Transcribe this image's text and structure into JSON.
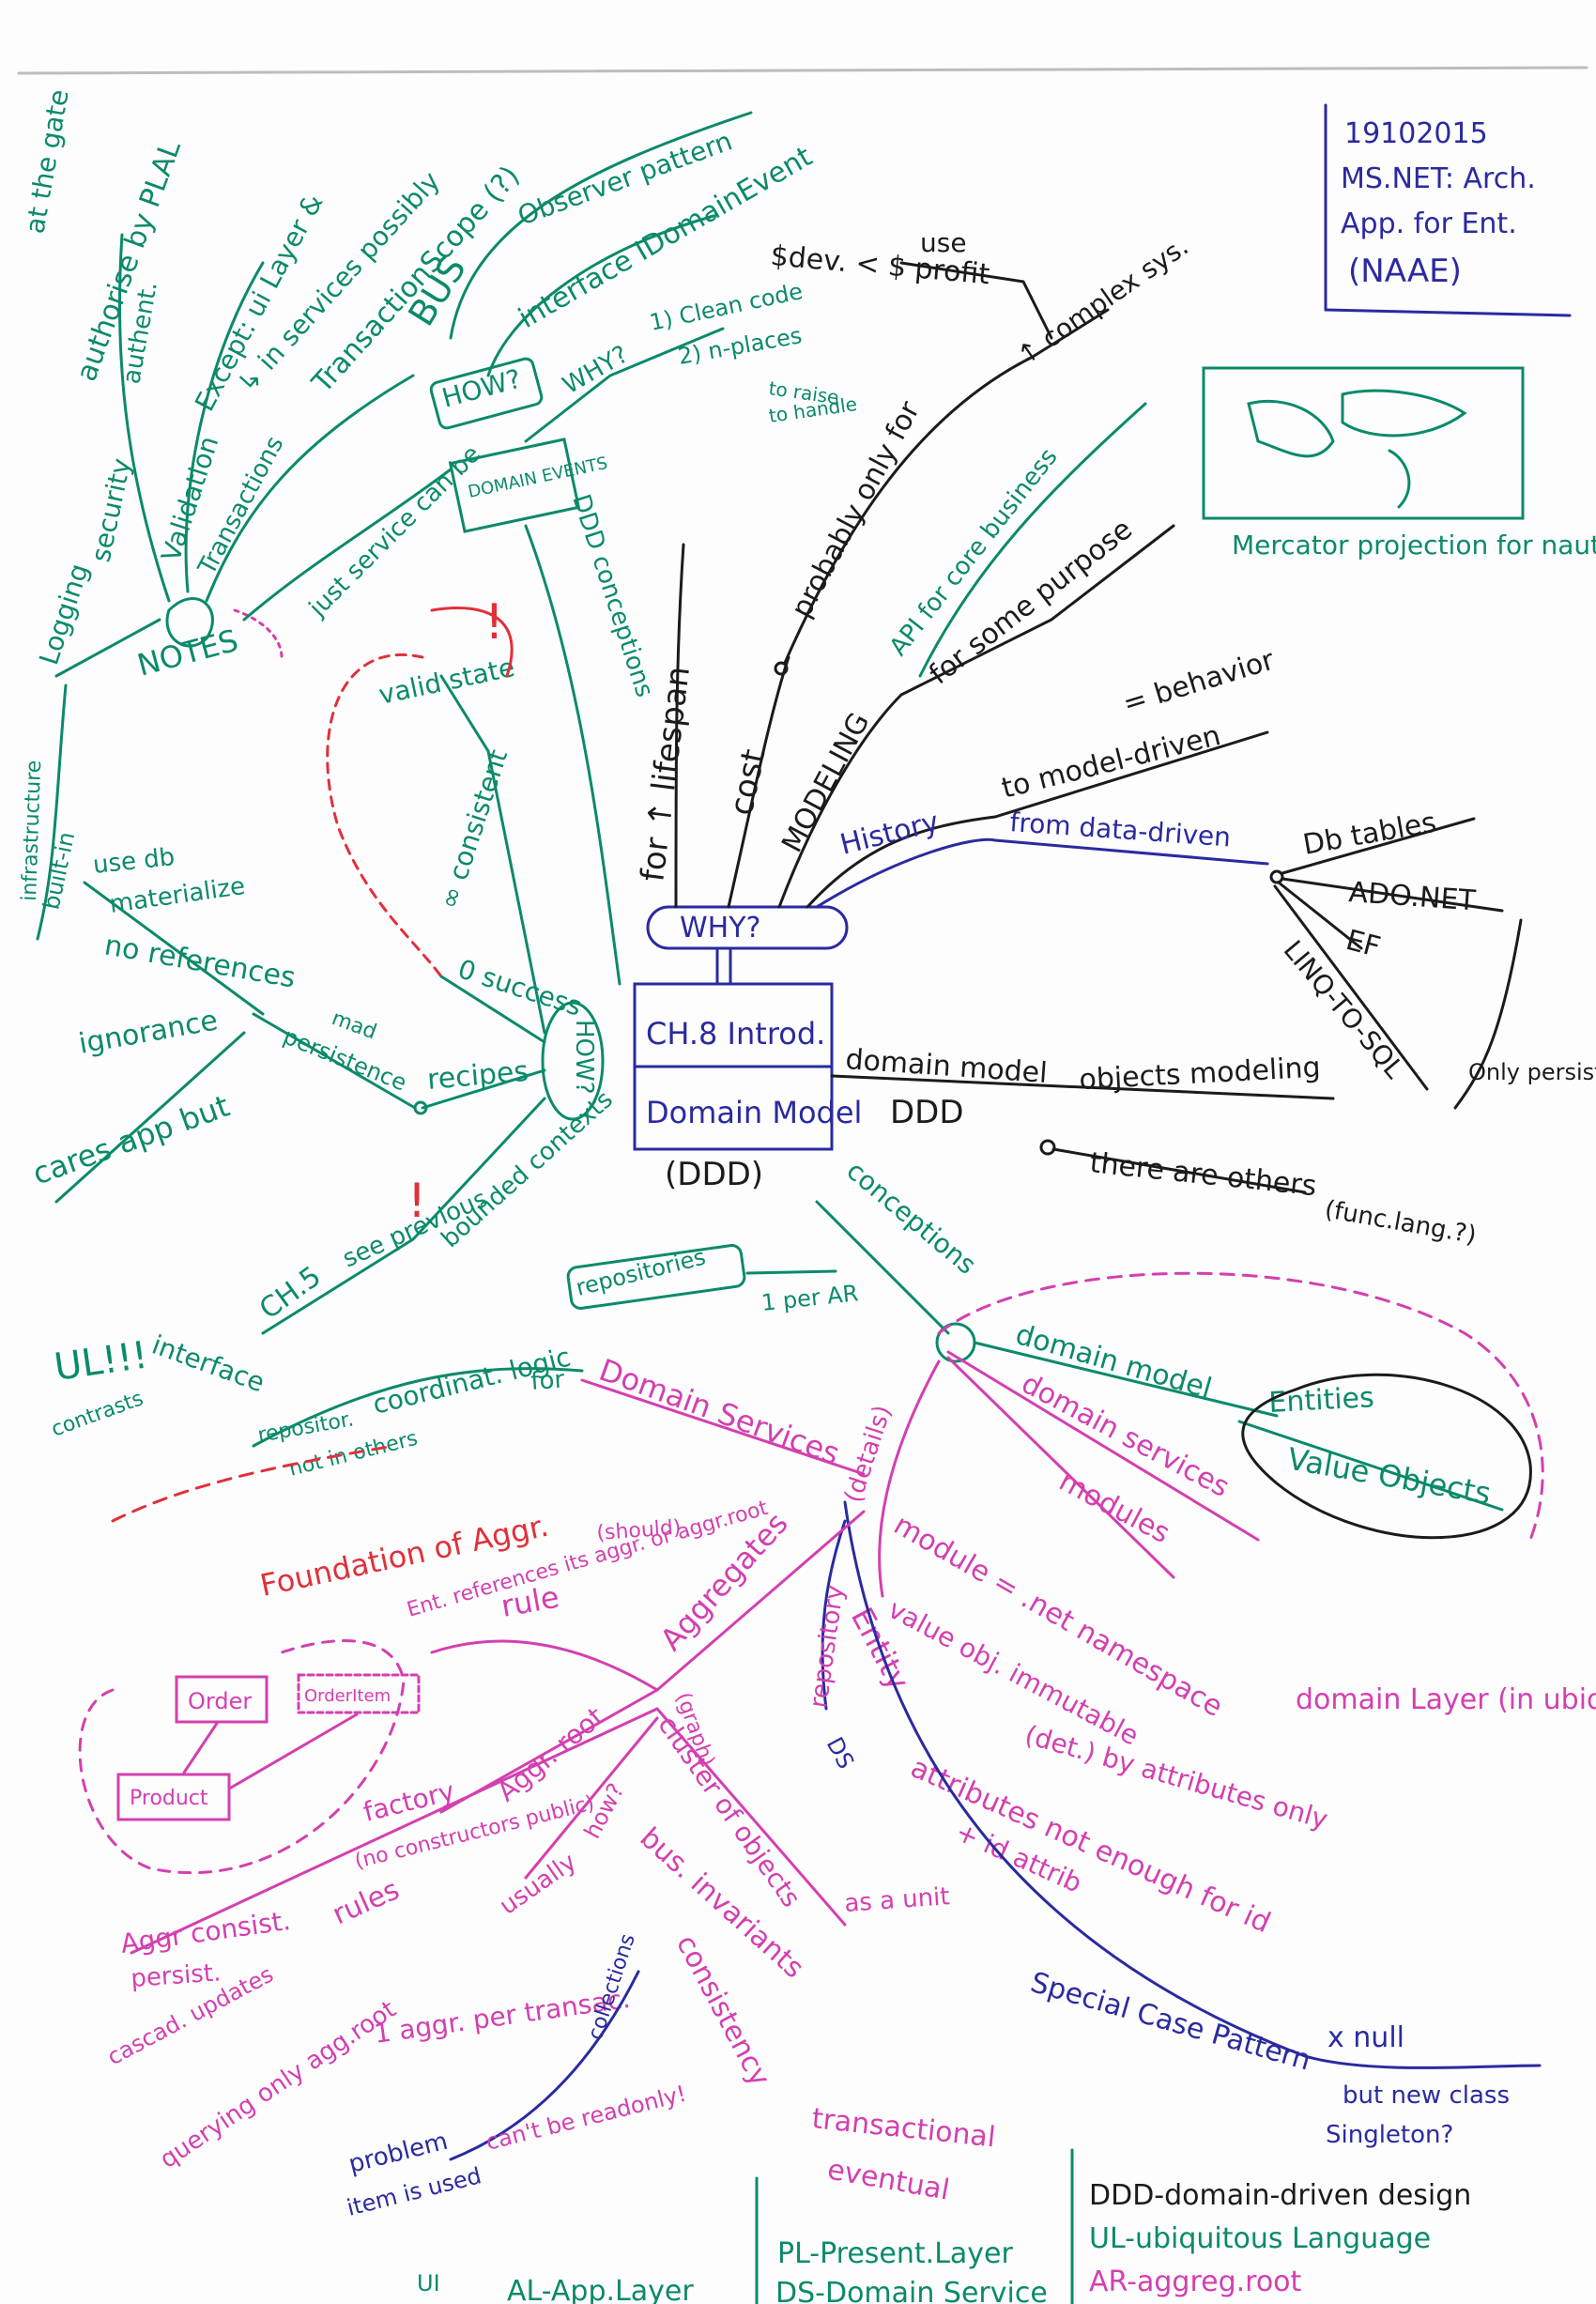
{
  "corner_note": {
    "date": "19102015",
    "course": "MS.NET: Arch.",
    "course2": "App. for Ent.",
    "code": "(NAAE)"
  },
  "center": {
    "title1": "CH.8 Introd.",
    "title2": "Domain Model",
    "sub": "(DDD)",
    "why": "WHY?",
    "how": "HOW?"
  },
  "why_branch": {
    "lifespan": "for ↑ lifespan",
    "cost": "cost",
    "modeling": "MODELING",
    "probably": "probably only for",
    "complex": "↑ complex sys.",
    "dev_profit": "$dev. < $ profit",
    "use": "use",
    "api": "API for core business",
    "purpose": "for some purpose",
    "behavior": "= behavior",
    "model_driven": "to model-driven",
    "history": "History",
    "data_driven": "from data-driven",
    "db_tables": "Db tables",
    "ado": "ADO.NET",
    "ef": "EF",
    "linq": "LINQ-TO-SQL",
    "only_persist": "Only persist. model",
    "mercator": "Mercator projection for nautical"
  },
  "ddd_branch": {
    "domain_model": "domain model",
    "objects_modeling": "objects modeling",
    "ddd": "DDD",
    "there_others": "there are others",
    "func_lang": "(func.lang.?)"
  },
  "domain_events": {
    "label": "DOMAIN EVENTS",
    "ddd_conceptions": "DDD conceptions",
    "why": "WHY?",
    "clean_code": "1) Clean code",
    "n_places": "2) n-places",
    "to_raise": "to raise",
    "to_handle": "to handle",
    "how": "HOW?",
    "interface": "interface IDomainEvent",
    "bus": "BUS",
    "observer": "Observer pattern"
  },
  "notes": {
    "label": "NOTES",
    "logging": "Logging",
    "security": "security",
    "authorise": "authorise by PLAL",
    "authent": "authent.",
    "at_the_gate": "at the gate",
    "validation": "Validation",
    "except_ui": "Except: ui Layer &",
    "in_services": "↳ in services possibly",
    "transactions": "Transactions",
    "transaction_scope": "TransactionScope (?)",
    "just_service": "just service can be",
    "built_in": "built-in",
    "infrastructure": "infrastructure"
  },
  "how_branch": {
    "valid_state": "valid state",
    "consistent": "∞ consistent",
    "success": "0 success",
    "recipes": "recipes",
    "persistence": "persistence",
    "mad": "mad",
    "use_db": "use db",
    "materialize": "materialize",
    "no_references": "no references",
    "ignorance": "ignorance",
    "cares_app": "cares app but",
    "bounded": "bounded contexts",
    "see_previous": "see previous",
    "ch5": "CH.5"
  },
  "services": {
    "ul": "UL!!!",
    "contrasts": "contrasts",
    "interface": "interface",
    "repositor": "repositor.",
    "coordinat": "coordinat. logic",
    "for": "for",
    "not_in_others": "not in others",
    "repositories": "repositories",
    "per_ar": "1 per AR",
    "domain_services": "Domain Services",
    "details": "(details)"
  },
  "conceptions": {
    "label": "conceptions",
    "domain_model": "domain model",
    "entities": "Entities",
    "value_objects": "Value Objects",
    "domain_services": "domain services",
    "modules": "modules",
    "module_ns": "module = .net namespace",
    "domain_layer": "domain Layer (in ubiquitous lang.)",
    "value_obj": "value obj. immutable",
    "by_attr": "(det.) by attributes only",
    "entity": "Entity",
    "attrs_not_enough": "attributes not enough for id",
    "id_attrib": "+ id attrib",
    "special_case": "Special Case Pattern",
    "x_null": "x null",
    "new_class": "but new class",
    "singleton": "Singleton?",
    "ds": "DS",
    "repository": "repository"
  },
  "aggregates": {
    "foundation": "Foundation of Aggr.",
    "should": "(should)",
    "ent_refs": "Ent. references its aggr. or aggr.root",
    "rule": "rule",
    "aggregates": "Aggregates",
    "aggr_root": "Aggr. root",
    "order": "Order",
    "order_item": "OrderItem",
    "product": "Product",
    "factory": "factory",
    "no_constructors": "(no constructors public)",
    "rules": "rules",
    "consist": "Aggr consist.",
    "persist": "persist.",
    "cascad": "cascad. updates",
    "querying": "querying only agg.root",
    "usually": "usually",
    "how": "how?",
    "graph": "(graph)",
    "cluster": "cluster of objects",
    "as_a_unit": "as a unit",
    "bus_inv": "bus. invariants",
    "consistency": "consistency",
    "transactional": "transactional",
    "eventual": "eventual",
    "one_aggr": "1 aggr. per transac.",
    "collections": "collections",
    "problem": "problem",
    "cant_be": "can't be readonly!",
    "item_used": "item is used"
  },
  "legend": {
    "ui": "UI",
    "al": "AL-App.Layer",
    "pl": "PL-Present.Layer",
    "ds": "DS-Domain Service",
    "ddd": "DDD-domain-driven design",
    "ul": "UL-ubiquitous Language",
    "ar": "AR-aggreg.root"
  },
  "colors": {
    "green": "#0b8a6a",
    "black": "#1b1b1b",
    "blue": "#2a2aa0",
    "magenta": "#d43fb0",
    "red": "#e0303a"
  }
}
